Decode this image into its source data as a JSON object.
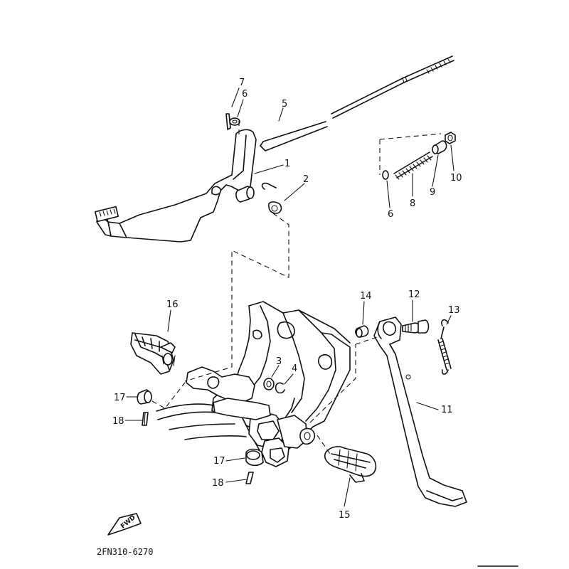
{
  "diagram": {
    "drawing_code": "2FN310-6270",
    "direction_badge": "FWD",
    "callouts": [
      {
        "id": "c1",
        "label": "1"
      },
      {
        "id": "c2",
        "label": "2"
      },
      {
        "id": "c3",
        "label": "3"
      },
      {
        "id": "c4",
        "label": "4"
      },
      {
        "id": "c5",
        "label": "5"
      },
      {
        "id": "c6a",
        "label": "6"
      },
      {
        "id": "c6b",
        "label": "6"
      },
      {
        "id": "c7",
        "label": "7"
      },
      {
        "id": "c8",
        "label": "8"
      },
      {
        "id": "c9",
        "label": "9"
      },
      {
        "id": "c10",
        "label": "10"
      },
      {
        "id": "c11",
        "label": "11"
      },
      {
        "id": "c12",
        "label": "12"
      },
      {
        "id": "c13",
        "label": "13"
      },
      {
        "id": "c14",
        "label": "14"
      },
      {
        "id": "c15",
        "label": "15"
      },
      {
        "id": "c16",
        "label": "16"
      },
      {
        "id": "c17a",
        "label": "17"
      },
      {
        "id": "c17b",
        "label": "17"
      },
      {
        "id": "c18a",
        "label": "18"
      },
      {
        "id": "c18b",
        "label": "18"
      }
    ]
  }
}
